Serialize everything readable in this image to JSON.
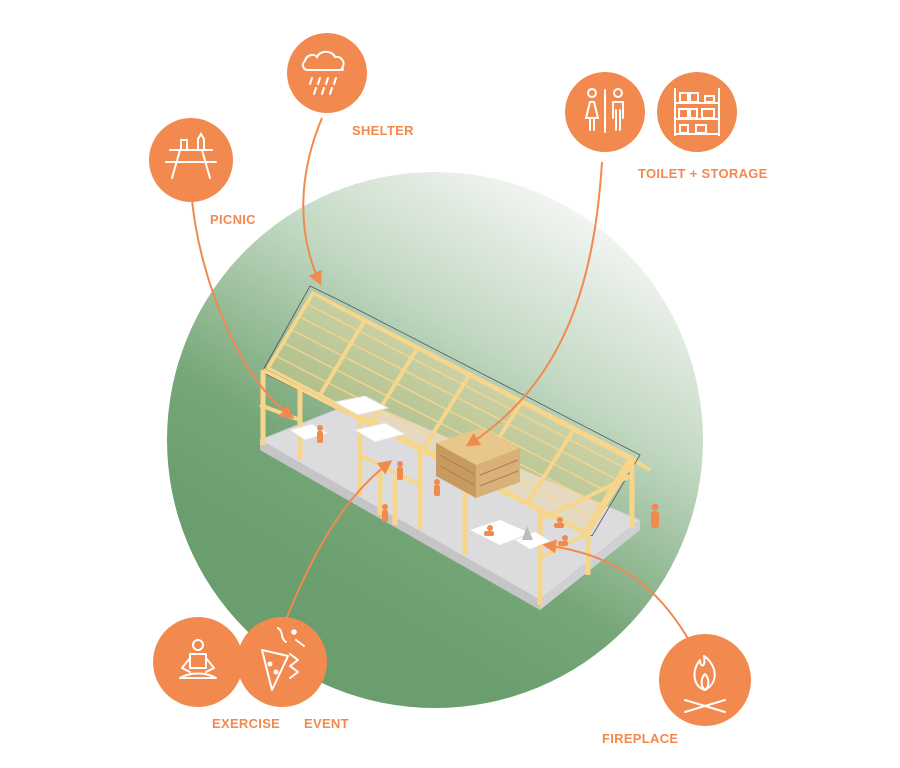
{
  "colors": {
    "accent": "#F2894F",
    "circle_dark": "#6FA272",
    "circle_light": "#F2F4F2",
    "timber": "#F7D68C",
    "floor": "#DCDCDE"
  },
  "labels": {
    "shelter": "SHELTER",
    "picnic": "PICNIC",
    "toilet_storage": "TOILET + STORAGE",
    "exercise": "EXERCISE",
    "event": "EVENT",
    "fireplace": "FIREPLACE"
  },
  "icons": {
    "shelter": "rain-cloud-icon",
    "picnic": "picnic-table-icon",
    "toilet": "toilet-people-icon",
    "storage": "storage-shelves-icon",
    "exercise": "meditation-icon",
    "event": "party-icon",
    "fireplace": "campfire-icon"
  }
}
